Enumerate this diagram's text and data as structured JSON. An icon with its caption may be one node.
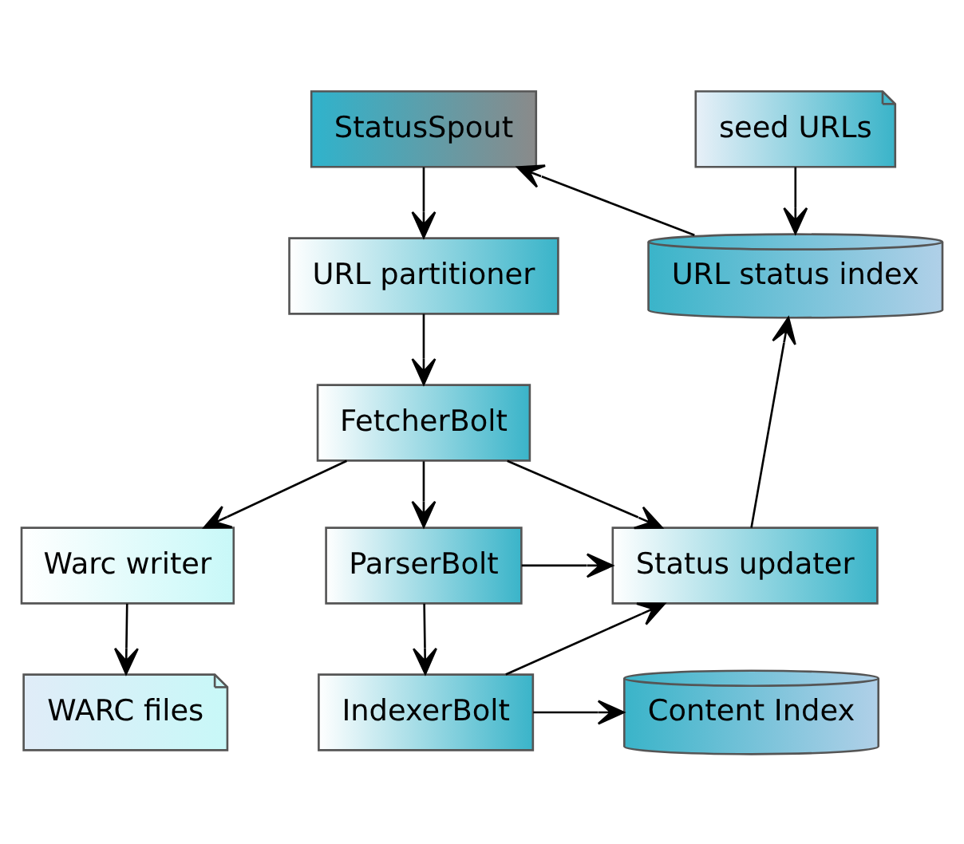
{
  "diagram": {
    "nodes": [
      {
        "text": [
          "StatusSpout"
        ]
      },
      {
        "text": [
          "seed URLs"
        ]
      },
      {
        "text": [
          "URL partitioner"
        ]
      },
      {
        "text": [
          "URL status index"
        ]
      },
      {
        "text": [
          "FetcherBolt"
        ]
      },
      {
        "text": [
          "Warc writer"
        ]
      },
      {
        "text": [
          "ParserBolt"
        ]
      },
      {
        "text": [
          "Status updater"
        ]
      },
      {
        "text": [
          "WARC files"
        ]
      },
      {
        "text": [
          "IndexerBolt"
        ]
      },
      {
        "text": [
          "Content Index"
        ]
      }
    ],
    "edges": [
      {
        "from": 0,
        "to": 2,
        "arrow": "to"
      },
      {
        "from": 2,
        "to": 4,
        "arrow": "to"
      },
      {
        "from": 4,
        "to": 5,
        "arrow": "to"
      },
      {
        "from": 4,
        "to": 6,
        "arrow": "to"
      },
      {
        "from": 4,
        "to": 7,
        "arrow": "to"
      },
      {
        "from": 6,
        "to": 7,
        "arrow": "to"
      },
      {
        "from": 6,
        "to": 9,
        "arrow": "to"
      },
      {
        "from": 9,
        "to": 7,
        "arrow": "to"
      },
      {
        "from": 9,
        "to": 10,
        "arrow": "to"
      },
      {
        "from": 5,
        "to": 8,
        "arrow": "to"
      },
      {
        "from": 7,
        "to": 3,
        "arrow": "to"
      },
      {
        "from": 1,
        "to": 3,
        "arrow": "to"
      },
      {
        "from": 3,
        "to": 0,
        "arrow": "to"
      }
    ]
  }
}
